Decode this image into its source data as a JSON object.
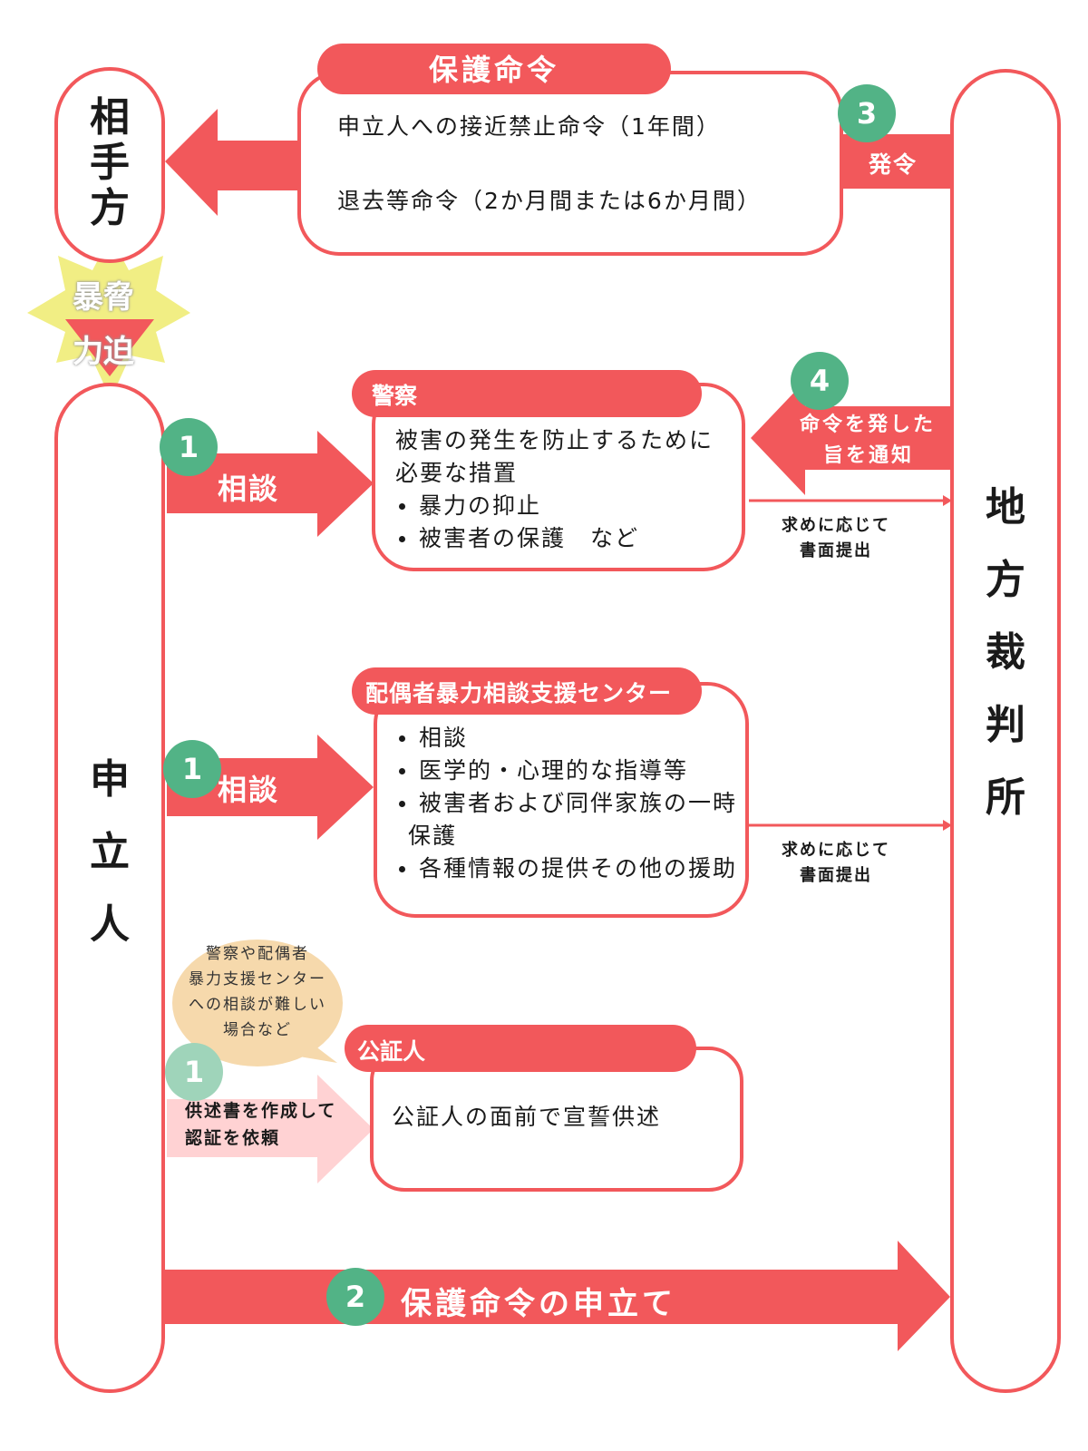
{
  "colors": {
    "coral": "#f2585b",
    "coral_light": "#ffd2d3",
    "green": "#52b386",
    "green_light": "#9fd4ba",
    "yellow": "#f1ee84",
    "bubble": "#f6d9ac"
  },
  "nodes": {
    "aite": [
      "相",
      "手",
      "方"
    ],
    "moushitatenin": [
      "申",
      "立",
      "人"
    ],
    "court": [
      "地",
      "方",
      "裁",
      "判",
      "所"
    ]
  },
  "threat": {
    "line1": "暴脅",
    "line2": "力迫"
  },
  "protection_order": {
    "title": "保護命令",
    "line1": "申立人への接近禁止命令（1年間）",
    "line2": "退去等命令（2か月間または6か月間）"
  },
  "step3": {
    "number": "3",
    "label": "発令"
  },
  "police": {
    "title": "警察",
    "line1": "被害の発生を防止するために",
    "line2": "必要な措置",
    "items": [
      "暴力の抑止",
      "被害者の保護　など"
    ]
  },
  "step4": {
    "number": "4",
    "line1": "命令を発した",
    "line2": "旨を通知"
  },
  "submit1": {
    "line1": "求めに応じて",
    "line2": "書面提出"
  },
  "center": {
    "title": "配偶者暴力相談支援センター",
    "items": [
      "相談",
      "医学的・心理的な指導等",
      "被害者および同伴家族の一時",
      "各種情報の提供その他の援助"
    ],
    "item3_cont": "保護"
  },
  "submit2": {
    "line1": "求めに応じて",
    "line2": "書面提出"
  },
  "consult1": {
    "number": "1",
    "label": "相談"
  },
  "consult2": {
    "number": "1",
    "label": "相談"
  },
  "bubble": {
    "lines": [
      "警察や配偶者",
      "暴力支援センター",
      "への相談が難しい",
      "場合など"
    ]
  },
  "notary": {
    "title": "公証人",
    "text": "公証人の面前で宣誓供述"
  },
  "notary_request": {
    "number": "1",
    "line1": "供述書を作成して",
    "line2": "認証を依頼"
  },
  "step2": {
    "number": "2",
    "label": "保護命令の申立て"
  }
}
